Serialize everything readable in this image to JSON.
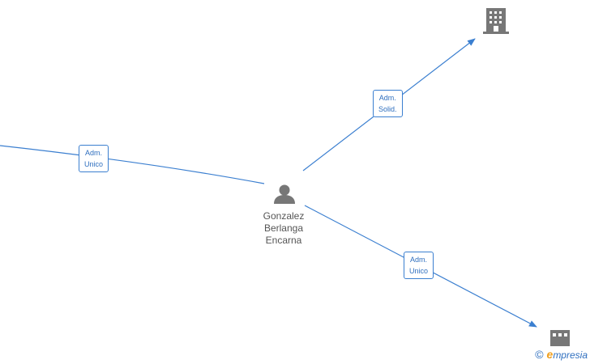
{
  "person": {
    "name_lines": [
      "Gonzalez",
      "Berlanga",
      "Encarna"
    ],
    "icon": "person-icon"
  },
  "companies": [
    {
      "icon": "building-icon"
    },
    {
      "icon": "building-icon"
    }
  ],
  "edges": [
    {
      "label_lines": [
        "Adm.",
        "Unico"
      ]
    },
    {
      "label_lines": [
        "Adm.",
        "Solid."
      ]
    },
    {
      "label_lines": [
        "Adm.",
        "Unico"
      ]
    }
  ],
  "footer": {
    "copyright_symbol": "©",
    "brand_initial": "e",
    "brand_rest": "mpresia"
  },
  "colors": {
    "edge": "#3b7fd0",
    "icon": "#777777",
    "label_text": "#2f6fbf",
    "brand_accent": "#f0a020"
  }
}
